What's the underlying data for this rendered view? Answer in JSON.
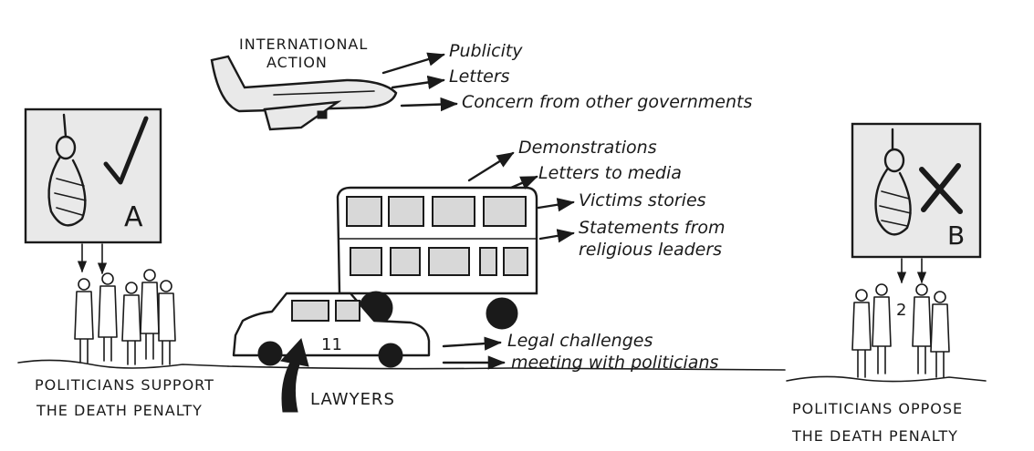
{
  "international_action": {
    "title_line1": "INTERNATIONAL",
    "title_line2": "ACTION",
    "items": [
      "Publicity",
      "Letters",
      "Concern from other governments"
    ]
  },
  "bus_items": [
    "Demonstrations",
    "Letters to media",
    "Victims stories",
    "Statements from",
    "religious leaders"
  ],
  "car_items": [
    "Legal challenges",
    "meeting with politicians"
  ],
  "car_number": "11",
  "lawyers_label": "LAWYERS",
  "sign_a": {
    "letter": "A"
  },
  "sign_b": {
    "letter": "B"
  },
  "crowd_b_number": "2",
  "left_caption": {
    "line1": "POLITICIANS SUPPORT",
    "line2": "THE DEATH PENALTY"
  },
  "right_caption": {
    "line1": "POLITICIANS OPPOSE",
    "line2": "THE DEATH PENALTY"
  }
}
